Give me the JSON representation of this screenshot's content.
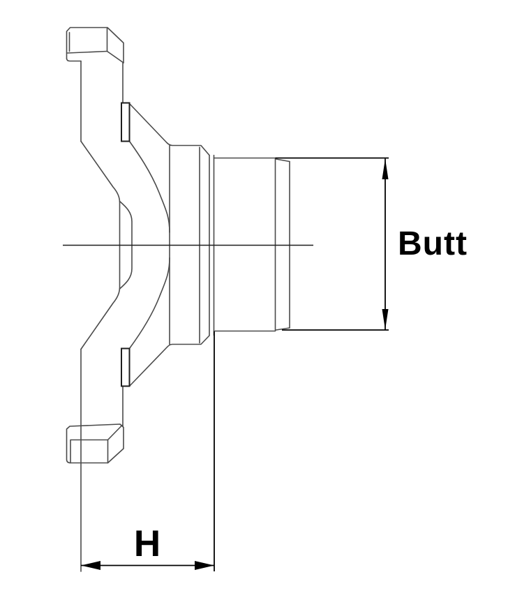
{
  "page": {
    "background": "#ffffff",
    "type": "technical-drawing"
  },
  "colors": {
    "outline": "#4a4a4a",
    "emphasis": "#1e1e1e",
    "dimension": "#000000",
    "centerline": "#1e1e1e"
  },
  "dimension_labels": {
    "butt": "Butt",
    "h": "H"
  }
}
